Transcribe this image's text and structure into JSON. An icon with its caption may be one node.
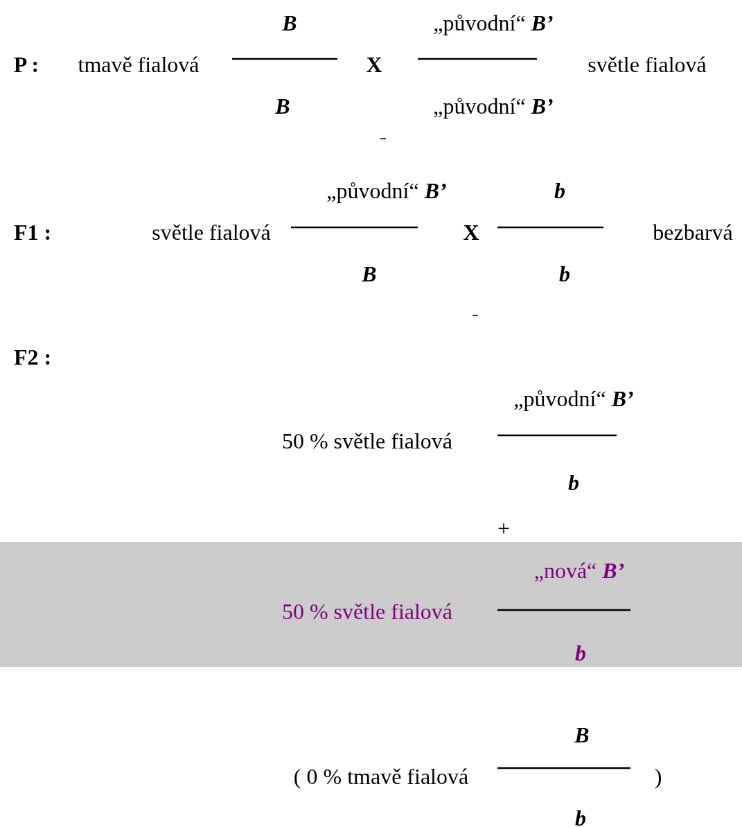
{
  "diagram": {
    "nodes": [
      {
        "text": [
          "„nová“ **B’**",
          "50 % světle fialová",
          "b"
        ]
      }
    ],
    "edges": [],
    "labels": [
      "B",
      "„původní“ **B’**",
      "P :",
      "tmavě fialová",
      "X",
      "světle fialová",
      "B",
      "„původní“ **B’**",
      "„původní“ **B’**",
      "b",
      "F1 :",
      "světle fialová",
      "X",
      "bezbarvá",
      "B",
      "b",
      "F2 :",
      "„původní“ **B’**",
      "50 % světle fialová",
      "b",
      "+",
      "B",
      "( 0 % tmavě fialová",
      ")",
      "b"
    ]
  }
}
